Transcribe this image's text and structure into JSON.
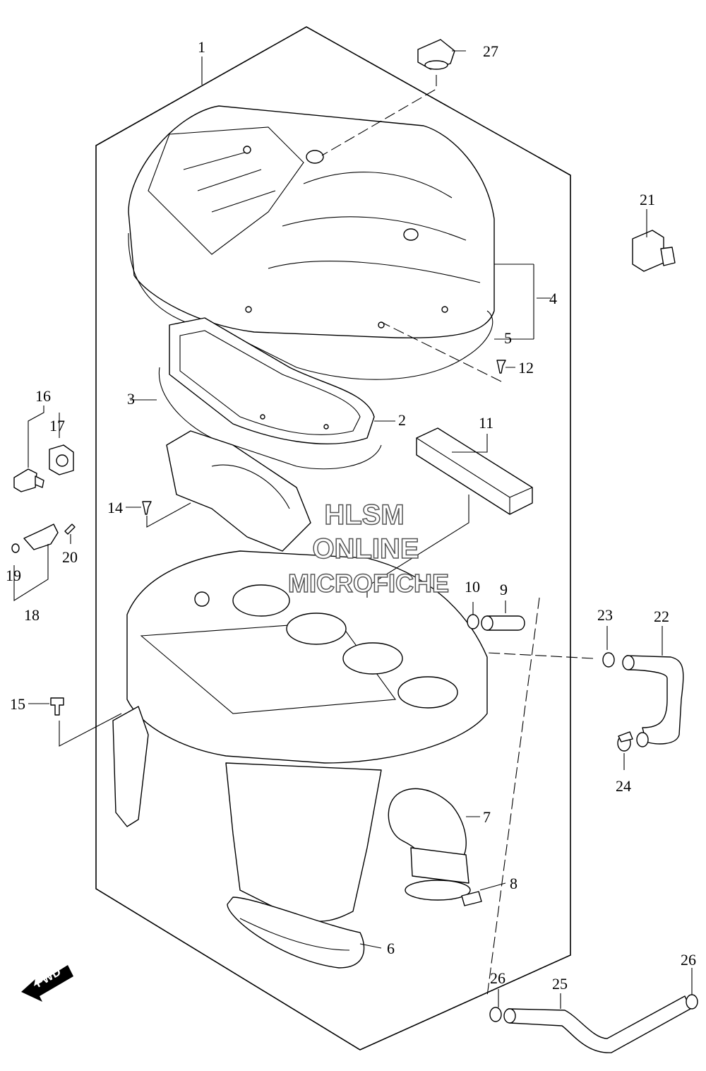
{
  "diagram": {
    "labels": [
      "1",
      "2",
      "3",
      "4",
      "5",
      "6",
      "7",
      "8",
      "9",
      "10",
      "11",
      "12",
      "14",
      "15",
      "16",
      "17",
      "18",
      "19",
      "20",
      "21",
      "22",
      "23",
      "24",
      "25",
      "26",
      "26",
      "27"
    ],
    "watermark": [
      "HLSM",
      "ONLINE",
      "MICROFICHE"
    ],
    "fwd_arrow_text": "FWD"
  }
}
